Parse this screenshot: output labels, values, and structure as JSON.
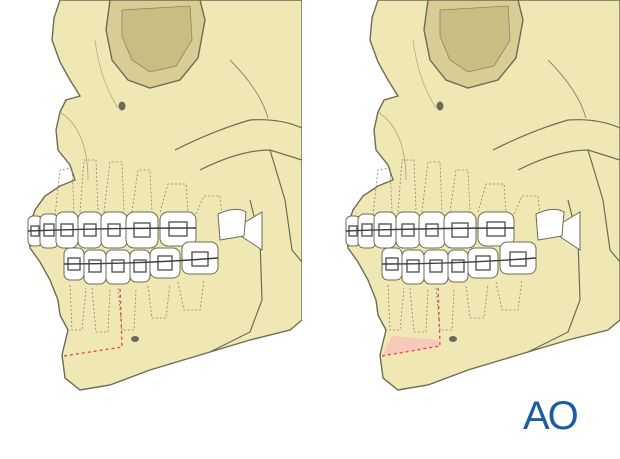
{
  "panels": [
    {
      "id": "left",
      "osteotomy_fill": false
    },
    {
      "id": "right",
      "osteotomy_fill": true
    }
  ],
  "logo": {
    "text": "AO",
    "color": "#1f5aa6"
  },
  "colors": {
    "bone": "#efe8b4",
    "bone_shade": "#ddd29a",
    "outline": "#6e6b55",
    "orbit": "#cfc48b",
    "tooth": "#ffffff",
    "bracket": "#6b6e74",
    "wire": "#3c3f44",
    "cut_line": "#e05050",
    "cut_fill": "#f6c9b8"
  }
}
